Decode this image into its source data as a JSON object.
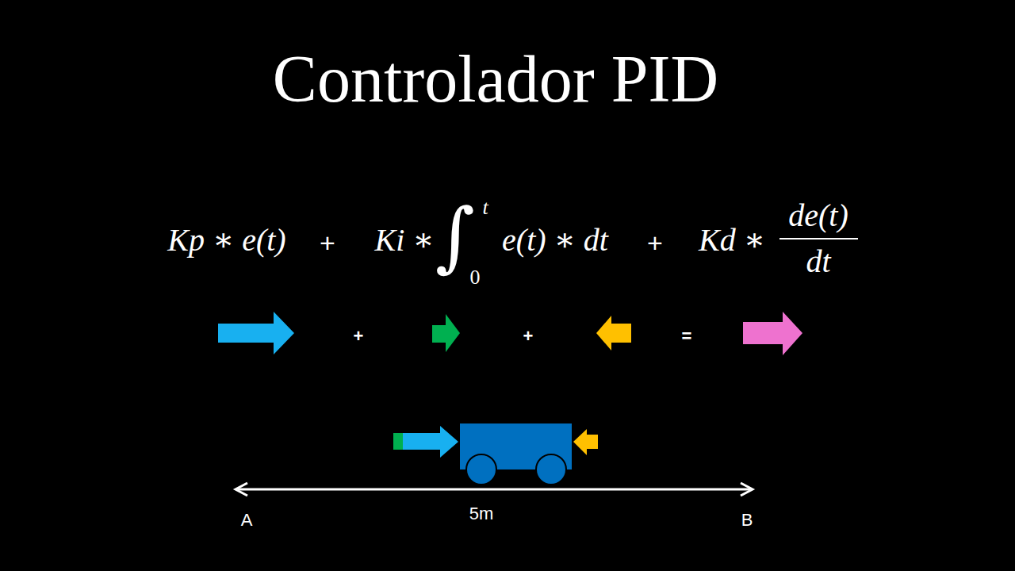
{
  "diagram": {
    "title": "Controlador PID",
    "labels": [
      "Kp ∗ e(t)",
      "+",
      "Ki ∗",
      "∫",
      "t",
      "0",
      "e(t) ∗ dt",
      "+",
      "Kd ∗",
      "de(t)",
      "dt",
      "+",
      "+",
      "=",
      "A",
      "5m",
      "B"
    ]
  }
}
